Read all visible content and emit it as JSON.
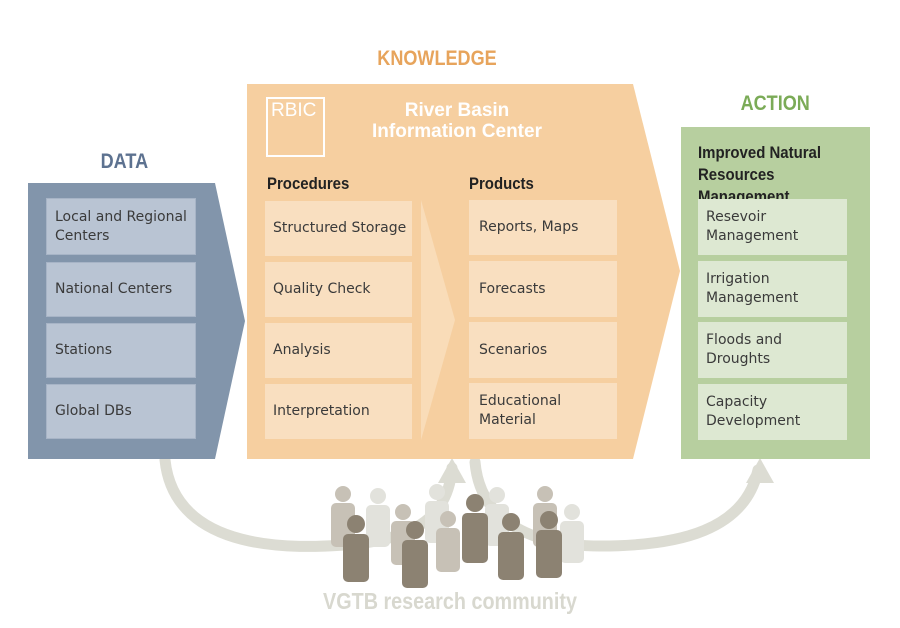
{
  "colors": {
    "data_arrow": "#8295ab",
    "knowledge_arrow": "#f6cfa0",
    "action_box": "#b7cf9f",
    "data_title": "#5d7290",
    "knowledge_title": "#e7a45c",
    "action_title": "#7bab57",
    "community": "#d8d8cf"
  },
  "data": {
    "title": "DATA",
    "items": [
      "Local and Regional Centers",
      "National Centers",
      "Stations",
      "Global DBs"
    ]
  },
  "knowledge": {
    "title": "KNOWLEDGE",
    "logo": "RBIC",
    "center_name": "River Basin Information Center",
    "procedures": {
      "heading": "Procedures",
      "items": [
        "Structured Storage",
        "Quality Check",
        "Analysis",
        "Interpretation"
      ]
    },
    "products": {
      "heading": "Products",
      "items": [
        "Reports, Maps",
        "Forecasts",
        "Scenarios",
        "Educational Material"
      ]
    }
  },
  "action": {
    "title": "ACTION",
    "heading": "Improved Natural Resources Management",
    "items": [
      "Resevoir Management",
      "Irrigation Management",
      "Floods and Droughts",
      "Capacity Development"
    ]
  },
  "community": {
    "label": "VGTB research community",
    "icon": "people-group-icon"
  }
}
